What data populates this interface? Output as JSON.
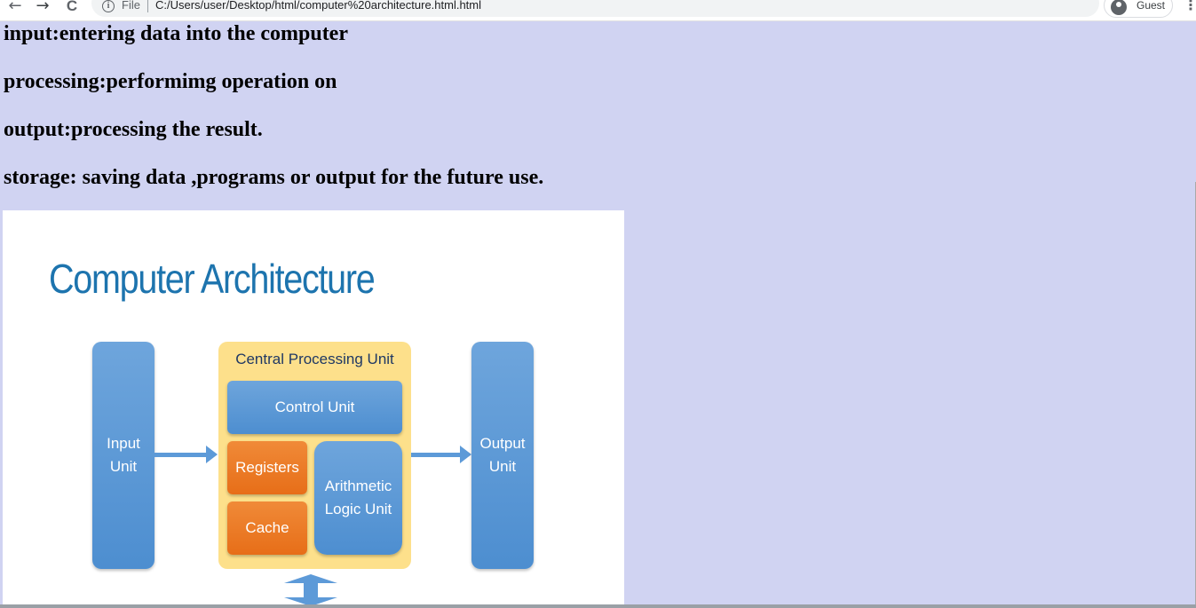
{
  "browser": {
    "back_icon": "←",
    "forward_icon": "→",
    "reload_icon": "C",
    "info_icon": "i",
    "file_label": "File",
    "url": "C:/Users/user/Desktop/html/computer%20architecture.html.html",
    "profile_label": "Guest",
    "menu_icon": "⋮"
  },
  "content": {
    "lines": [
      "input:entering data into the computer",
      "processing:performimg operation on",
      "output:processing the result.",
      "storage: saving data ,programs or output for the future use."
    ]
  },
  "figure": {
    "title": "Computer Architecture",
    "cpu_label": "Central Processing Unit",
    "control_unit": "Control Unit",
    "input_unit": "Input\nUnit",
    "output_unit": "Output\nUnit",
    "registers": "Registers",
    "cache": "Cache",
    "alu": "Arithmetic\nLogic Unit"
  },
  "colors": {
    "page_background": "#d0d3f2",
    "unit_blue": "#5b9bd5",
    "cpu_yellow": "#fde08b",
    "orange": "#ed7d31",
    "title_blue": "#1d74ae"
  }
}
